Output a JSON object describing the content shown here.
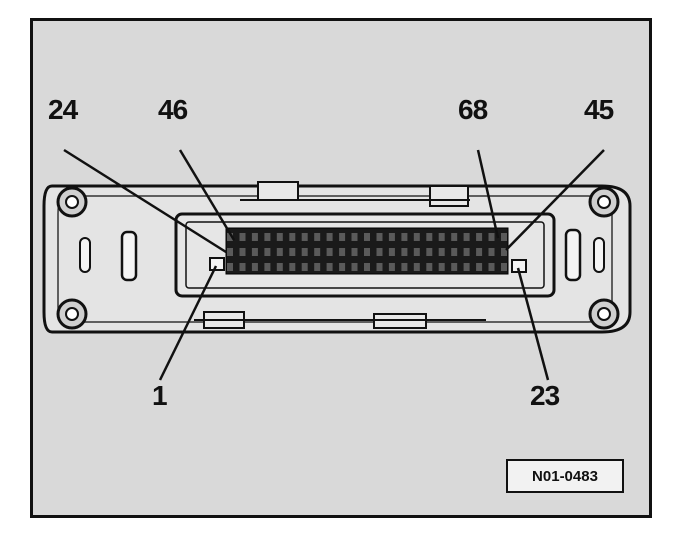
{
  "pin_labels": {
    "top_left_outer": "24",
    "top_left_inner": "46",
    "top_right_inner": "68",
    "top_right_outer": "45",
    "bottom_left": "1",
    "bottom_right": "23"
  },
  "figure_ref": "N01-0483",
  "colors": {
    "background": "#d9d9d9",
    "line": "#111111",
    "plate": "#dcdcdc",
    "pins": "#222222"
  }
}
